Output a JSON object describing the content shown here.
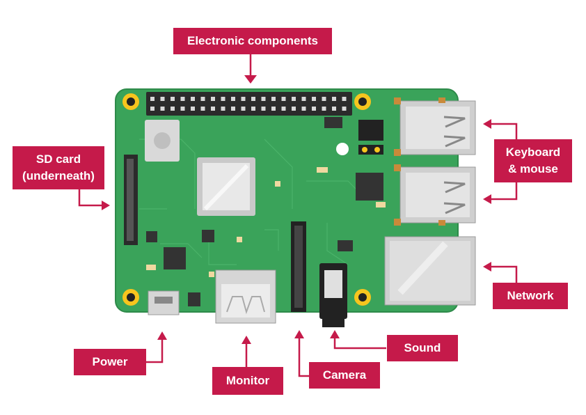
{
  "labels": {
    "electronic_components": "Electronic components",
    "sd_card_line1": "SD card",
    "sd_card_line2": "(underneath)",
    "keyboard_line1": "Keyboard",
    "keyboard_line2": "& mouse",
    "network": "Network",
    "sound": "Sound",
    "camera": "Camera",
    "monitor": "Monitor",
    "power": "Power"
  },
  "colors": {
    "label_bg": "#c51a4a",
    "label_text": "#ffffff",
    "board_green": "#3aa35a",
    "arrow": "#c51a4a"
  }
}
